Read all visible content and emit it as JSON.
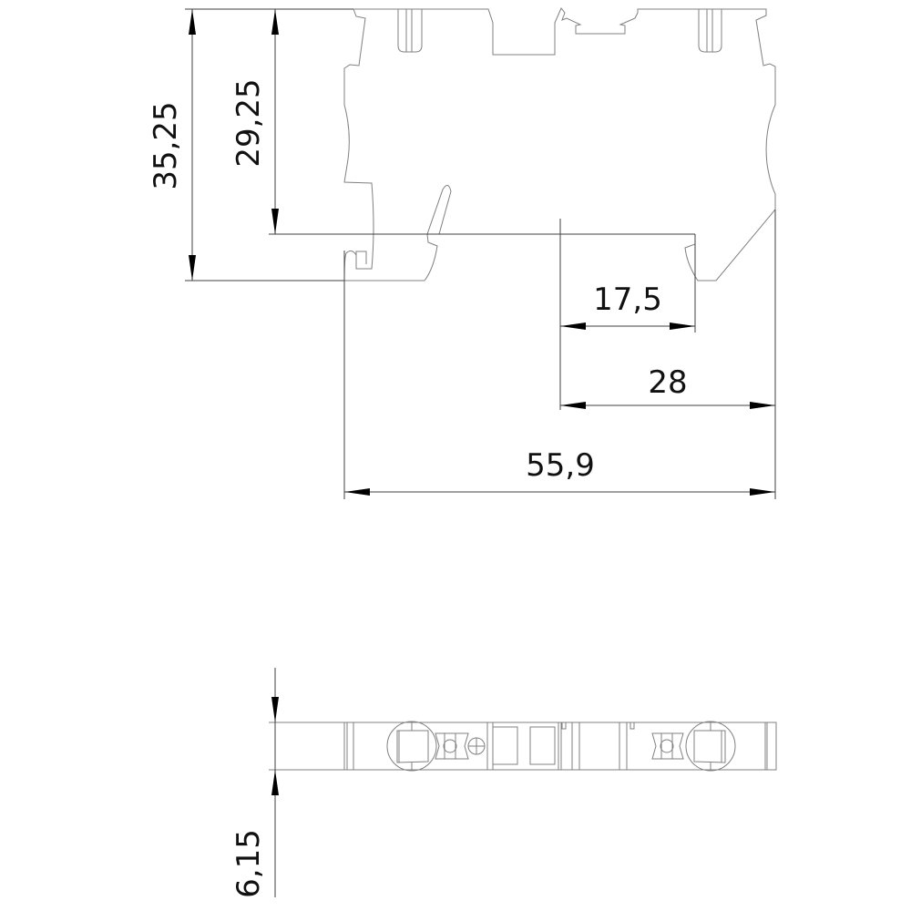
{
  "drawing": {
    "side_view": {
      "dimensions": {
        "overall_height": "35,25",
        "rail_height": "29,25",
        "rail_offset": "17,5",
        "right_offset": "28",
        "overall_length": "55,9"
      }
    },
    "top_view": {
      "dimensions": {
        "width": "6,15"
      }
    }
  }
}
